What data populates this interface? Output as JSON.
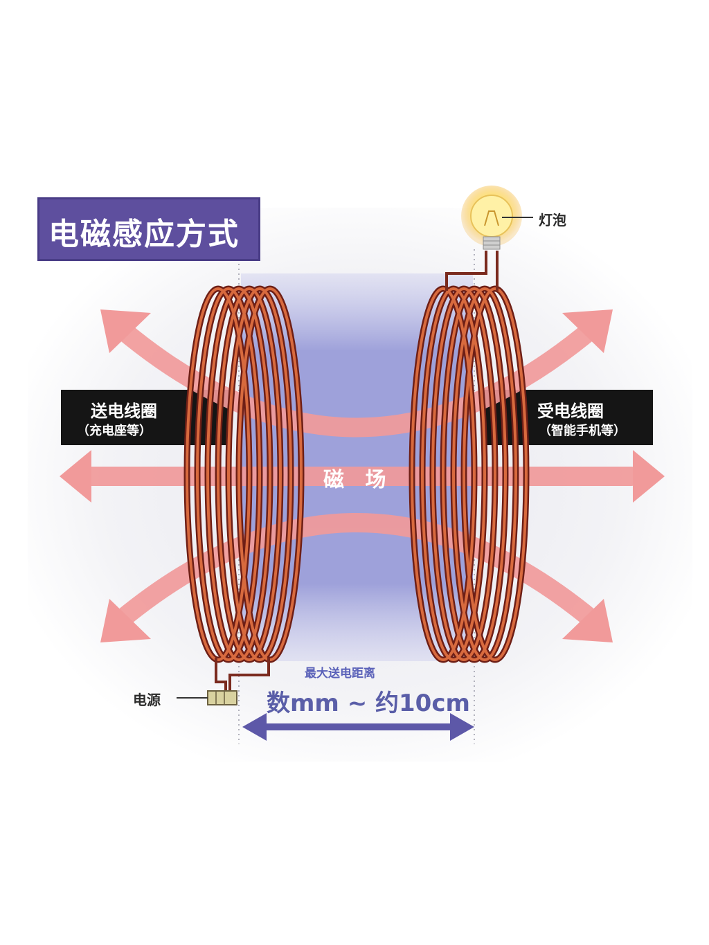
{
  "title": "电磁感应方式",
  "transmit_coil": {
    "name": "送电线圈",
    "note": "（充电座等）"
  },
  "receive_coil": {
    "name": "受电线圈",
    "note": "（智能手机等）"
  },
  "field_label": "磁 场",
  "bulb_label": "灯泡",
  "power_label": "电源",
  "distance": {
    "title": "最大送电距离",
    "value": "数mm ~ 约10cm"
  },
  "colors": {
    "title_bg": "#5e4f9e",
    "field_arrow": "#f19a9a",
    "copper": "#b4472a",
    "field_zone": "#9ea1da",
    "distance_arrow": "#5d58a8"
  }
}
